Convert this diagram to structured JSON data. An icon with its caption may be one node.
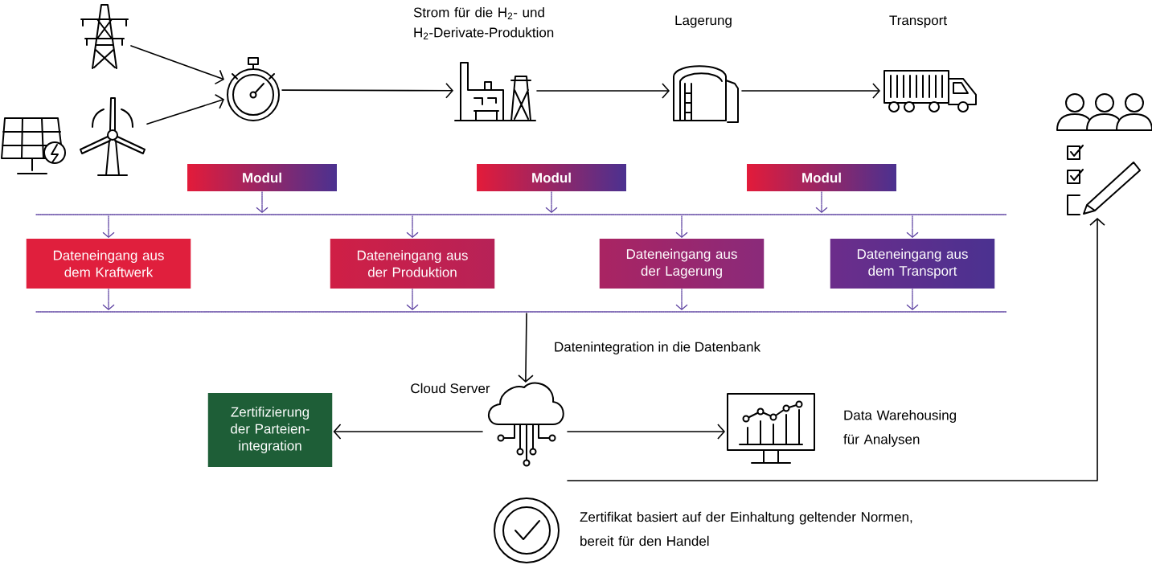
{
  "diagram": {
    "nodes": [
      {
        "text": [],
        "shape": "picture"
      },
      {
        "text": [],
        "shape": "picture"
      },
      {
        "text": [],
        "shape": "picture"
      },
      {
        "text": [],
        "shape": "picture"
      },
      {
        "text": [
          "Strom für die H$_{2}$- und H$_{2}$-Derivate-Produktion"
        ]
      },
      {
        "text": [
          "Lagerung"
        ]
      },
      {
        "text": [
          "Transport"
        ]
      },
      {
        "text": [],
        "shape": "picture"
      },
      {
        "text": [
          "Modul"
        ]
      },
      {
        "text": [
          "Modul"
        ]
      },
      {
        "text": [
          "Modul"
        ]
      },
      {
        "text": [
          "Dateneingang aus dem Kraftwerk"
        ]
      },
      {
        "text": [
          "Dateneingang aus der Produktion"
        ]
      },
      {
        "text": [
          "Dateneingang aus der Lagerung"
        ]
      },
      {
        "text": [
          "Dateneingang aus dem Transport"
        ]
      },
      {
        "text": [
          "Cloud Server"
        ]
      },
      {
        "text": [
          "Zertifizierung der Parteien- integration"
        ]
      },
      {
        "text": [],
        "shape": "picture",
        "beside": [
          "Data Warehousing für Analysen"
        ]
      },
      {
        "text": [],
        "shape": "picture",
        "beside": [
          "Zertifikat basiert auf der Einhaltung geltender Normen, bereit für den Handel"
        ]
      }
    ],
    "edges": [
      {
        "from": 0,
        "to": 3,
        "arrow": "to",
        "color": "#000000"
      },
      {
        "from": 2,
        "to": 3,
        "arrow": "to",
        "color": "#000000"
      },
      {
        "from": 3,
        "to": 4,
        "arrow": "to",
        "color": "#000000"
      },
      {
        "from": 4,
        "to": 5,
        "arrow": "to",
        "color": "#000000"
      },
      {
        "from": 5,
        "to": 6,
        "arrow": "to",
        "color": "#000000"
      },
      {
        "from": 8,
        "to": null,
        "arrow": "to",
        "style": "dashed",
        "color": "#5b3fa0"
      },
      {
        "from": 9,
        "to": null,
        "arrow": "to",
        "style": "dashed",
        "color": "#5b3fa0"
      },
      {
        "from": 10,
        "to": null,
        "arrow": "to",
        "style": "dashed",
        "color": "#5b3fa0"
      },
      {
        "from": null,
        "to": 11,
        "arrow": "to",
        "style": "dashed",
        "color": "#5b3fa0"
      },
      {
        "from": null,
        "to": 12,
        "arrow": "to",
        "style": "dashed",
        "color": "#5b3fa0"
      },
      {
        "from": null,
        "to": 13,
        "arrow": "to",
        "style": "dashed",
        "color": "#5b3fa0"
      },
      {
        "from": null,
        "to": 14,
        "arrow": "to",
        "style": "dashed",
        "color": "#5b3fa0"
      },
      {
        "from": 11,
        "to": null,
        "arrow": "to",
        "style": "dashed",
        "color": "#5b3fa0"
      },
      {
        "from": 12,
        "to": null,
        "arrow": "to",
        "style": "dashed",
        "color": "#5b3fa0"
      },
      {
        "from": 13,
        "to": null,
        "arrow": "to",
        "style": "dashed",
        "color": "#5b3fa0"
      },
      {
        "from": 14,
        "to": null,
        "arrow": "to",
        "style": "dashed",
        "color": "#5b3fa0"
      },
      {
        "from": null,
        "to": 15,
        "arrow": "to",
        "label": "Datenintegration in die Datenbank",
        "color": "#000000"
      },
      {
        "from": 15,
        "to": 16,
        "arrow": "to",
        "color": "#000000"
      },
      {
        "from": 15,
        "to": 17,
        "arrow": "to",
        "color": "#000000"
      },
      {
        "from": 15,
        "to": 7,
        "arrow": "to",
        "color": "#000000"
      }
    ]
  }
}
